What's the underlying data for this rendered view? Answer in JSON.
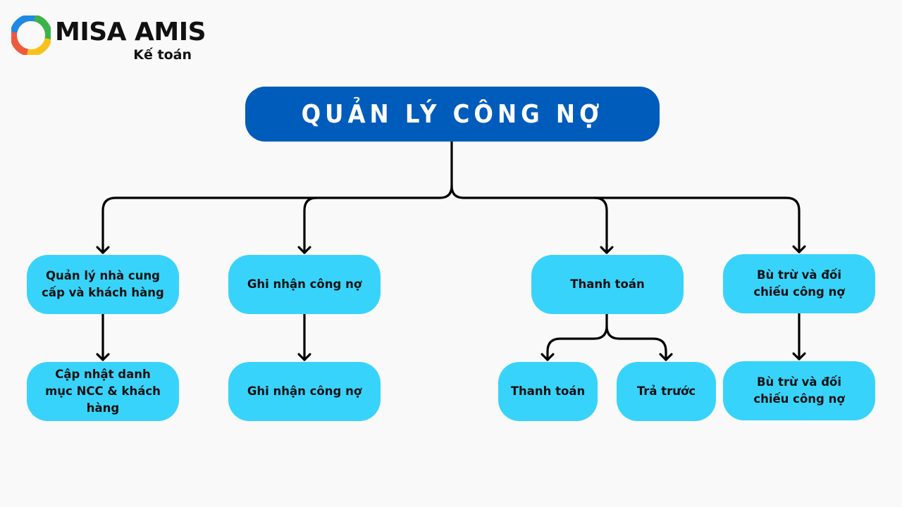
{
  "logo": {
    "name": "MISA AMIS",
    "subtitle": "Kế toán"
  },
  "title": "QUẢN LÝ CÔNG NỢ",
  "nodes": {
    "supplier_mgmt": "Quản lý nhà cung cấp và khách hàng",
    "record_debt": "Ghi nhận công nợ",
    "payment": "Thanh toán",
    "offset": "Bù trừ và đối chiếu công nợ",
    "update_catalog": "Cập nhật danh mục NCC & khách hàng",
    "record_debt_child": "Ghi nhận công nợ",
    "payment_child": "Thanh toán",
    "prepayment": "Trả trước",
    "offset_child": "Bù trừ và đối chiếu công nợ"
  },
  "colors": {
    "title_bg": "#005cbb",
    "node_bg": "#38d3fb",
    "background": "#f9f9f9",
    "line": "#000000"
  }
}
